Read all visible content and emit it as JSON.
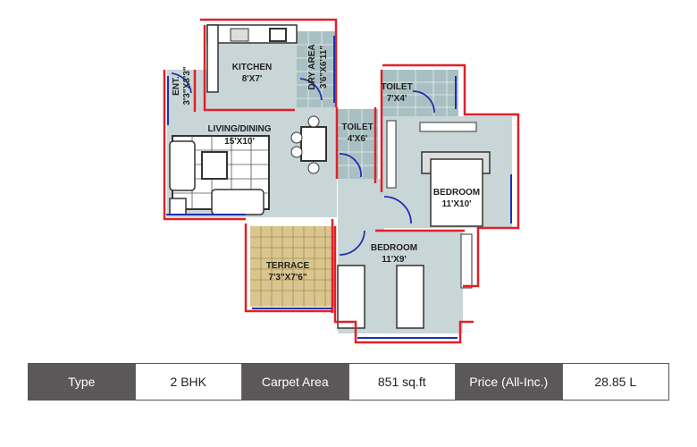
{
  "floor_plan": {
    "rooms": [
      {
        "name": "KITCHEN",
        "size": "8'X7'"
      },
      {
        "name": "DRY AREA",
        "size": "3'6\"X6'11\""
      },
      {
        "name": "ENT.",
        "size": "3'3\"X3'3\""
      },
      {
        "name": "LIVING/DINING",
        "size": "15'X10'"
      },
      {
        "name": "TOILET",
        "size": "7'X4'"
      },
      {
        "name": "TOILET",
        "size": "4'X6'"
      },
      {
        "name": "BEDROOM",
        "size": "11'X10'"
      },
      {
        "name": "BEDROOM",
        "size": "11'X9'"
      },
      {
        "name": "TERRACE",
        "size": "7'3\"X7'6\""
      }
    ],
    "colors": {
      "wall": "#e0202a",
      "window": "#1f2fb0",
      "floor": "#c9d6d8",
      "terrace": "#d9c58e",
      "tile": "#a9c0c2"
    }
  },
  "specs": {
    "type_label": "Type",
    "type_value": "2 BHK",
    "area_label": "Carpet Area",
    "area_value": "851 sq.ft",
    "price_label": "Price (All-Inc.)",
    "price_value": "28.85 L",
    "header_color": "#5b585a"
  }
}
